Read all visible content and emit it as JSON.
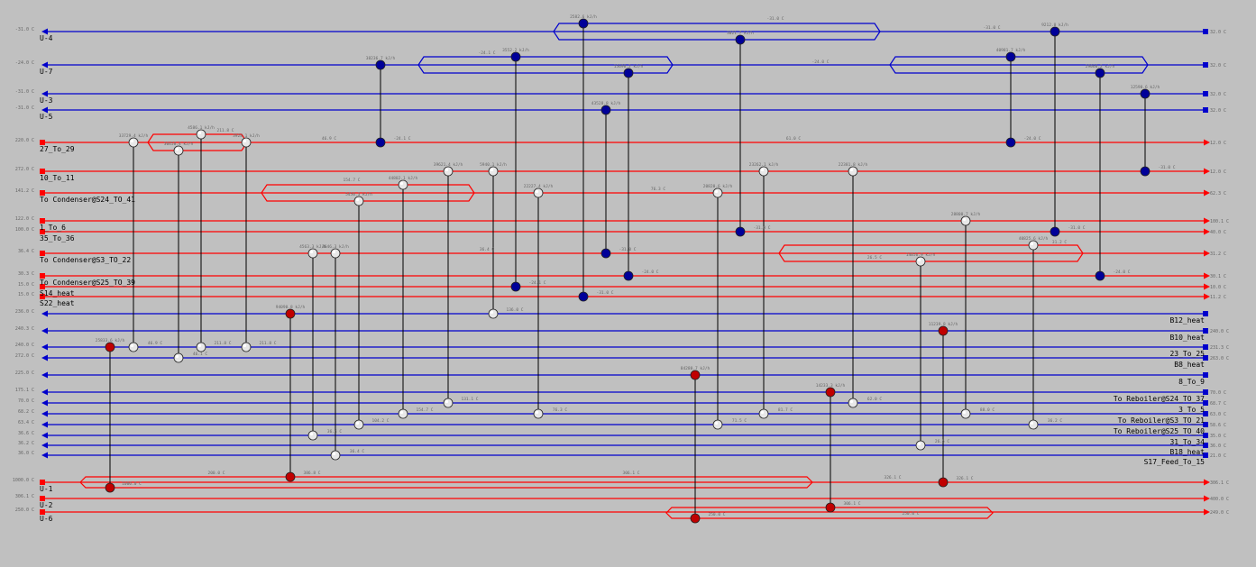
{
  "colors": {
    "background": "#c0c0c0",
    "hot_stream": "#ff0000",
    "cold_stream": "#0000cc",
    "hot_node": "#c00000",
    "cold_node": "#000099",
    "exchanger_node": "#e8e8e8",
    "link": "#000000",
    "label": "#000000",
    "small_text": "#666666"
  },
  "streams": [
    {
      "name": "U-4",
      "type": "cold",
      "in_temp": "-31.0 C",
      "out_temp": "32.0 C"
    },
    {
      "name": "U-7",
      "type": "cold",
      "in_temp": "-24.0 C",
      "out_temp": "32.0 C"
    },
    {
      "name": "U-3",
      "type": "cold",
      "in_temp": "-31.0 C",
      "out_temp": "32.0 C"
    },
    {
      "name": "U-5",
      "type": "cold",
      "in_temp": "-31.0 C",
      "out_temp": "32.0 C"
    },
    {
      "name": "27_To_29",
      "type": "hot",
      "in_temp": "220.0 C",
      "out_temp": "12.0 C"
    },
    {
      "name": "10_To_11",
      "type": "hot",
      "in_temp": "272.0 C",
      "out_temp": "12.0 C"
    },
    {
      "name": "To Condenser@S24_TO_41",
      "type": "hot",
      "in_temp": "141.2 C",
      "out_temp": "62.3 C"
    },
    {
      "name": "1_To_6",
      "type": "hot",
      "in_temp": "122.0 C",
      "out_temp": "100.1 C"
    },
    {
      "name": "35_To_36",
      "type": "hot",
      "in_temp": "100.0 C",
      "out_temp": "40.0 C"
    },
    {
      "name": "To Condenser@S3_TO_22",
      "type": "hot",
      "in_temp": "36.4 C",
      "out_temp": "31.2 C"
    },
    {
      "name": "To Condenser@S25_TO_39",
      "type": "hot",
      "in_temp": "30.3 C",
      "out_temp": "30.1 C"
    },
    {
      "name": "S14_heat",
      "type": "hot",
      "in_temp": "15.0 C",
      "out_temp": "10.0 C"
    },
    {
      "name": "S22_heat",
      "type": "hot",
      "in_temp": "15.0 C",
      "out_temp": "11.2 C"
    },
    {
      "name": "B12_heat",
      "type": "cold",
      "in_temp": "236.0 C",
      "out_temp": ""
    },
    {
      "name": "B10_heat",
      "type": "cold",
      "in_temp": "240.3 C",
      "out_temp": "240.0 C"
    },
    {
      "name": "23_To_25",
      "type": "cold",
      "in_temp": "240.0 C",
      "out_temp": "231.3 C"
    },
    {
      "name": "B8_heat",
      "type": "cold",
      "in_temp": "272.0 C",
      "out_temp": "263.0 C"
    },
    {
      "name": "8_To_9",
      "type": "cold",
      "in_temp": "225.0 C",
      "out_temp": ""
    },
    {
      "name": "To Reboiler@S24_TO_37",
      "type": "cold",
      "in_temp": "175.1 C",
      "out_temp": "70.0 C"
    },
    {
      "name": "3_To_5",
      "type": "cold",
      "in_temp": "70.0 C",
      "out_temp": "68.7 C"
    },
    {
      "name": "To Reboiler@S3_TO_21",
      "type": "cold",
      "in_temp": "68.2 C",
      "out_temp": "63.0 C"
    },
    {
      "name": "To Reboiler@S25_TO_40",
      "type": "cold",
      "in_temp": "63.4 C",
      "out_temp": "58.6 C"
    },
    {
      "name": "31_To_34",
      "type": "cold",
      "in_temp": "36.6 C",
      "out_temp": "35.0 C"
    },
    {
      "name": "B18_heat",
      "type": "cold",
      "in_temp": "36.2 C",
      "out_temp": "36.0 C"
    },
    {
      "name": "S17_Feed_To_15",
      "type": "cold",
      "in_temp": "36.0 C",
      "out_temp": "21.0 C"
    },
    {
      "name": "U-1",
      "type": "hot",
      "in_temp": "1000.0 C",
      "out_temp": "306.1 C"
    },
    {
      "name": "U-2",
      "type": "hot",
      "in_temp": "306.1 C",
      "out_temp": "400.0 C"
    },
    {
      "name": "U-6",
      "type": "hot",
      "in_temp": "250.0 C",
      "out_temp": "249.0 C"
    }
  ],
  "exchangers": [
    {
      "kind": "cooler",
      "duty": "2582.6 kJ/h",
      "temp": "-31.0 C"
    },
    {
      "kind": "cooler",
      "duty": "3021.7 kJ/h",
      "temp": "-31.0 C"
    },
    {
      "kind": "cooler",
      "duty": "9212.0 kJ/h",
      "temp": "-31.0 C"
    },
    {
      "kind": "cooler",
      "duty": "38236.7 kJ/h",
      "temp": "-24.1 C"
    },
    {
      "kind": "cooler",
      "duty": "3552.2 kJ/h",
      "temp": "-24.1 C"
    },
    {
      "kind": "cooler",
      "duty": "15690.2 kJ/h",
      "temp": "-24.0 C"
    },
    {
      "kind": "cooler",
      "duty": "40981.7 kJ/h",
      "temp": "-24.0 C"
    },
    {
      "kind": "cooler",
      "duty": "29060.2 kJ/h",
      "temp": "-24.0 C"
    },
    {
      "kind": "cooler",
      "duty": "12590.6 kJ/h",
      "temp": "-31.0 C"
    },
    {
      "kind": "cooler",
      "duty": "43528.8 kJ/h",
      "temp": "-31.0 C"
    },
    {
      "kind": "heater",
      "duty": "25833.6 kJ/h",
      "temp": "1000.0 C"
    },
    {
      "kind": "heater",
      "duty": "94090.8 kJ/h",
      "temp": "386.8 C"
    },
    {
      "kind": "heater",
      "duty": "84280.7 kJ/h",
      "temp": "250.0 C"
    },
    {
      "kind": "heater",
      "duty": "14233.3 kJ/h",
      "temp": "306.1 C"
    },
    {
      "kind": "heater",
      "duty": "11239.8 kJ/h",
      "temp": "326.1 C"
    },
    {
      "kind": "exchanger",
      "duty": "33729.4 kJ/h",
      "temp": "46.9 C"
    },
    {
      "kind": "exchanger",
      "duty": "30458.4 kJ/h",
      "temp": "46.1 C"
    },
    {
      "kind": "exchanger",
      "duty": "4586.1 kJ/h",
      "temp": "211.8 C"
    },
    {
      "kind": "exchanger",
      "duty": "3928.1 kJ/h",
      "temp": "211.8 C"
    },
    {
      "kind": "exchanger",
      "duty": "44802.1 kJ/h",
      "temp": "154.7 C"
    },
    {
      "kind": "exchanger",
      "duty": "5450.3 kJ/h",
      "temp": "104.2 C"
    },
    {
      "kind": "exchanger",
      "duty": "39621.4 kJ/h",
      "temp": "131.1 C"
    },
    {
      "kind": "exchanger",
      "duty": "5940.1 kJ/h",
      "temp": "136.0 C"
    },
    {
      "kind": "exchanger",
      "duty": "22227.4 kJ/h",
      "temp": "76.3 C"
    },
    {
      "kind": "exchanger",
      "duty": "20820.6 kJ/h",
      "temp": "71.5 C"
    },
    {
      "kind": "exchanger",
      "duty": "23262.1 kJ/h",
      "temp": "81.7 C"
    },
    {
      "kind": "exchanger",
      "duty": "22381.8 kJ/h",
      "temp": "62.0 C"
    },
    {
      "kind": "exchanger",
      "duty": "4563.3 kJ/h",
      "temp": "36.4 C"
    },
    {
      "kind": "exchanger",
      "duty": "3646.3 kJ/h",
      "temp": "36.4 C"
    },
    {
      "kind": "exchanger",
      "duty": "28800.7 kJ/h",
      "temp": "88.0 C"
    },
    {
      "kind": "exchanger",
      "duty": "14056.9 kJ/h",
      "temp": "26.5 C"
    },
    {
      "kind": "exchanger",
      "duty": "40825.6 kJ/h",
      "temp": "36.2 C"
    }
  ],
  "segment_labels": [
    "-31.0 C",
    "-31.0 C",
    "-24.1 C",
    "-24.0 C",
    "46.9 C",
    "154.7 C",
    "211.8 C",
    "76.3 C",
    "61.0 C",
    "36.4 C",
    "26.5 C",
    "31.2 C",
    "200.0 C",
    "306.1 C",
    "326.1 C",
    "250.0 C"
  ]
}
